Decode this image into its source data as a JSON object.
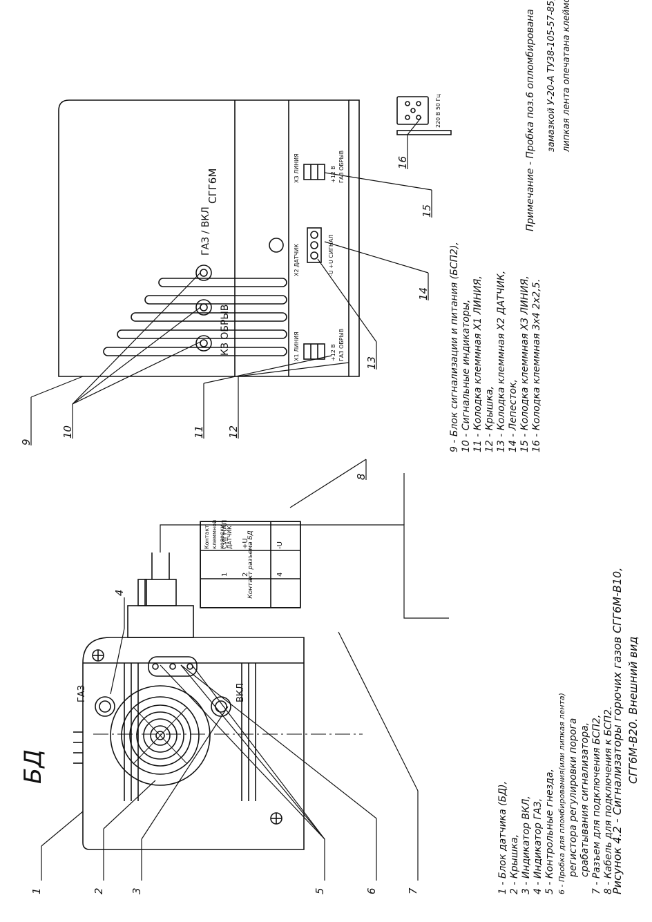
{
  "diagram": {
    "bd_label": "БД",
    "sensor": {
      "vkl_label": "ВКЛ",
      "gaz_label": "ГАЗ"
    },
    "cable_table": {
      "header_left": "Контакт разъема БД",
      "header_right": "Контакт клеммной колодки ДАТЧИК",
      "rows": [
        {
          "left": "1",
          "right": "СИГНАЛ"
        },
        {
          "left": "2",
          "right": "+U"
        },
        {
          "left": "4",
          "right": "-U"
        }
      ]
    },
    "unit": {
      "model": "СГГ6М",
      "gaz_vkl": "ГАЗ / ВКЛ",
      "kz_obryv": "КЗ ОБРЫВ",
      "x1": {
        "title": "Х1 ЛИНИЯ",
        "v": "+12 В",
        "sub": "ГАЗ ОБРЫВ"
      },
      "x2": {
        "title": "Х2 ДАТЧИК",
        "pins": "-U  +U  СИГНАЛ"
      },
      "x3": {
        "title": "Х3 ЛИНИЯ",
        "v": "+12 В",
        "sub": "ГАЗ ОБРЫВ"
      }
    },
    "plug_label": "220 В 50 Гц",
    "callouts": [
      "1",
      "2",
      "3",
      "4",
      "5",
      "6",
      "7",
      "8",
      "9",
      "10",
      "11",
      "12",
      "13",
      "14",
      "15",
      "16"
    ]
  },
  "legend_left": [
    "1 - Блок датчика (БД),",
    "2 - Крышка,",
    "3 - Индикатор ВКЛ,",
    "4 - Индикатор ГАЗ,",
    "5 - Контрольные гнезда,",
    "6 - Пробка для пломбирования(или липкая лента)",
    "регистора регулировки порога",
    "срабатывания сигнализатора,",
    "7 - Разъем для подключения БСП2,",
    "8 - Кабель для подключения к БСП2."
  ],
  "legend_right": [
    "9 - Блок сигнализации и питания (БСП2),",
    "10 - Сигнальные индикаторы,",
    "11 - Колодка клеммная Х1 ЛИНИЯ,",
    "12 - Крышка,",
    "13 - Колодка клеммная Х2 ДАТЧИК,",
    "14 - Лепесток,",
    "15 - Колодка клеммная Х3 ЛИНИЯ,",
    "16 - Колодка клеммная 3х4 2х2,5."
  ],
  "note": [
    "Примечание - Пробка поз.6 опломбирована",
    "замазкой У-20-А ТУ38-105-57-85,",
    "липкая лента опечатана клеймом ОТК."
  ],
  "caption": [
    "Рисунок 4.2 - Сигнализаторы горючих газов СГГ6М-В10,",
    "СГГ6М-В20. Внешний вид"
  ]
}
